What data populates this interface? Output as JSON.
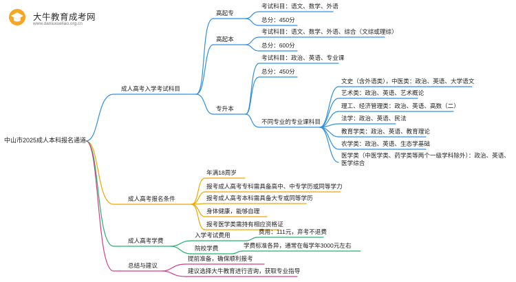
{
  "logo": {
    "name": "大牛教育成考网",
    "url": "www.daniuxueliao.org.cn"
  },
  "root": "中山市2025成人本科报名通道",
  "exam": {
    "label": "成人高考入学考试科目",
    "gqz": {
      "label": "高起专",
      "subjects": "考试科目：语文、数学、外语",
      "total": "总分：450分"
    },
    "gqb": {
      "label": "高起本",
      "subjects": "考试科目：语文、数学、外语、综合（文综或理综）",
      "total": "总分：600分"
    },
    "zsb": {
      "label": "专升本",
      "subjects": "考试科目：政治、英语、专业课",
      "total": "总分：450分",
      "majors_label": "不同专业的专业课科目",
      "majors": [
        "文史（含外语类），中医类：政治、英语、大学语文",
        "艺术类：政治、英语、艺术概论",
        "理工、经济管理类：政治、英语、高数（二）",
        "法学：政治、英语、民法",
        "教育学类：政治、英语、教育理论",
        "农学类：政治、英语、生态学基础",
        "医学类（中医学类、药学类等两个一级学科除外）：政治、英语、医学综合"
      ]
    }
  },
  "conditions": {
    "label": "成人高考报名条件",
    "items": [
      "年满18周岁",
      "报考成人高考专科需具备高中、中专学历或同等学力",
      "报考成人高考本科需具备大专或同等学历",
      "身体健康，能够自理",
      "报考医学类需持有相应资格证"
    ]
  },
  "fees": {
    "label": "成人高考学费",
    "exam_fee": {
      "label": "入学考试费用",
      "value": "费用：111元，弃考不退费"
    },
    "tuition": {
      "label": "院校学费",
      "value": "学费标准各异，通常在每学年3000元左右"
    }
  },
  "summary": {
    "label": "总结与建议",
    "items": [
      "提前准备，确保顺利报考",
      "建议选择大牛教育进行咨询，获取专业指导"
    ]
  },
  "colors": {
    "exam": "#2f8fe0",
    "conditions": "#f0a500",
    "fees": "#1fb36b",
    "summary": "#d63a86"
  }
}
